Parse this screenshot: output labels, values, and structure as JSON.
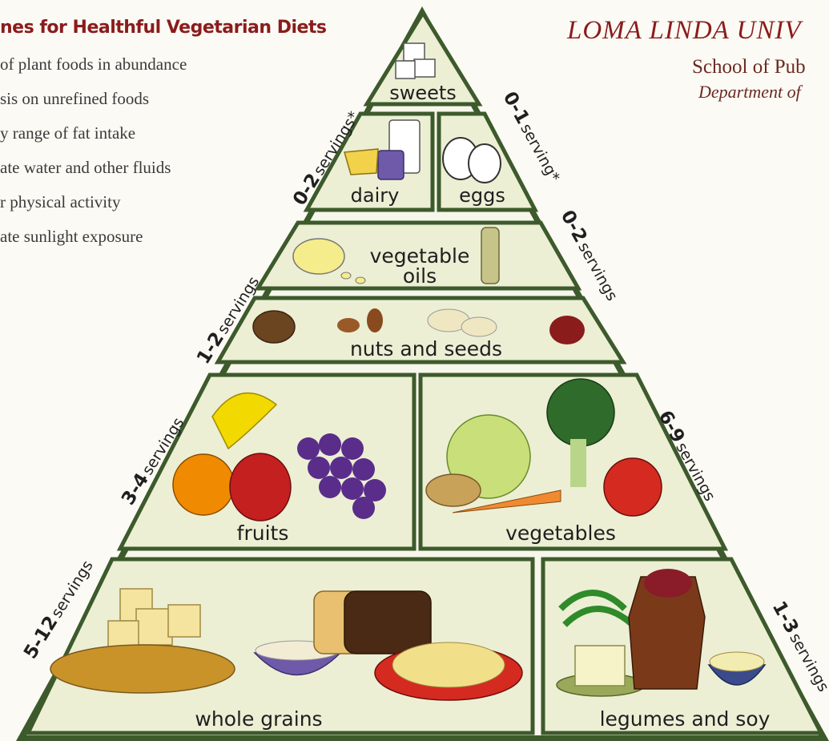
{
  "guidelines": {
    "title": "nes for Healthful Vegetarian Diets",
    "items": [
      "of plant foods in abundance",
      "sis on unrefined foods",
      "y range of fat intake",
      "ate water and other fluids",
      "r physical activity",
      "ate sunlight exposure"
    ]
  },
  "institution": {
    "name": "LOMA LINDA UNIV",
    "school": "School of Pub",
    "department": "Department of"
  },
  "pyramid": {
    "compartments": {
      "sweets": "sweets",
      "dairy": "dairy",
      "eggs": "eggs",
      "oils_line1": "vegetable",
      "oils_line2": "oils",
      "nuts": "nuts and seeds",
      "fruits": "fruits",
      "vegetables": "vegetables",
      "grains": "whole grains",
      "legumes": "legumes and soy"
    },
    "servings": {
      "dairy": {
        "num": "0-2",
        "unit": "servings*"
      },
      "eggs": {
        "num": "0-1",
        "unit": "serving*"
      },
      "oils": {
        "num": "0-2",
        "unit": "servings"
      },
      "nuts": {
        "num": "1-2",
        "unit": "servings"
      },
      "fruits": {
        "num": "3-4",
        "unit": "servings"
      },
      "vegetables": {
        "num": "6-9",
        "unit": "servings"
      },
      "grains": {
        "num": "5-12",
        "unit": "servings"
      },
      "legumes": {
        "num": "1-3",
        "unit": "servings"
      }
    }
  },
  "colors": {
    "frame": "#3d5a2c",
    "panel": "#ecefd4",
    "title_red": "#8a1c1c"
  }
}
